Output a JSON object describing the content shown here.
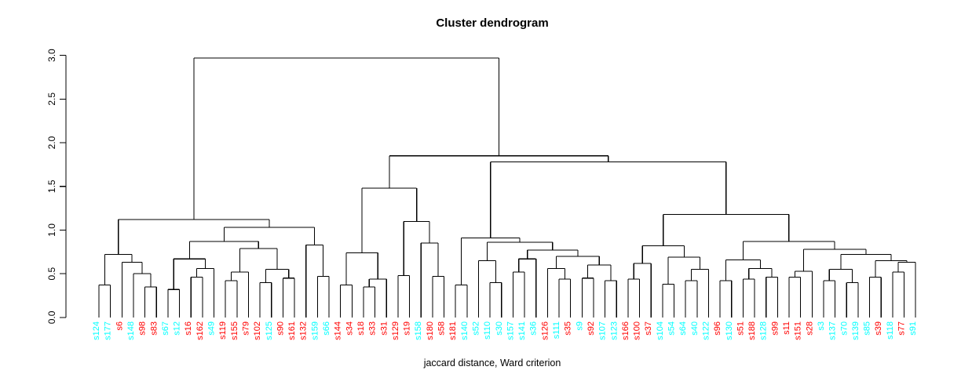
{
  "title": "Cluster dendrogram",
  "xlabel": "jaccard distance, Ward criterion",
  "axis": {
    "tick_labels": [
      "0.0",
      "0.5",
      "1.0",
      "1.5",
      "2.0",
      "2.5",
      "3.0"
    ],
    "tick_values": [
      0,
      0.5,
      1,
      1.5,
      2,
      2.5,
      3
    ]
  },
  "colors": {
    "red": "#FF0000",
    "cyan": "#00FFFF",
    "line": "#000000"
  },
  "chart_data": {
    "type": "dendrogram",
    "title": "Cluster dendrogram",
    "xlabel": "jaccard distance, Ward criterion",
    "ylabel": "",
    "ylim": [
      0,
      3
    ],
    "grid": false,
    "root_height": 2.97,
    "leaves": [
      {
        "label": "s124",
        "color": "cyan"
      },
      {
        "label": "s177",
        "color": "cyan"
      },
      {
        "label": "s6",
        "color": "red"
      },
      {
        "label": "s148",
        "color": "cyan"
      },
      {
        "label": "s98",
        "color": "red"
      },
      {
        "label": "s83",
        "color": "red"
      },
      {
        "label": "s67",
        "color": "cyan"
      },
      {
        "label": "s12",
        "color": "cyan"
      },
      {
        "label": "s16",
        "color": "red"
      },
      {
        "label": "s162",
        "color": "red"
      },
      {
        "label": "s49",
        "color": "cyan"
      },
      {
        "label": "s119",
        "color": "red"
      },
      {
        "label": "s155",
        "color": "red"
      },
      {
        "label": "s79",
        "color": "red"
      },
      {
        "label": "s102",
        "color": "red"
      },
      {
        "label": "s125",
        "color": "cyan"
      },
      {
        "label": "s90",
        "color": "red"
      },
      {
        "label": "s161",
        "color": "red"
      },
      {
        "label": "s132",
        "color": "red"
      },
      {
        "label": "s159",
        "color": "cyan"
      },
      {
        "label": "s66",
        "color": "cyan"
      },
      {
        "label": "s144",
        "color": "red"
      },
      {
        "label": "s34",
        "color": "red"
      },
      {
        "label": "s18",
        "color": "red"
      },
      {
        "label": "s33",
        "color": "red"
      },
      {
        "label": "s31",
        "color": "red"
      },
      {
        "label": "s129",
        "color": "red"
      },
      {
        "label": "s19",
        "color": "red"
      },
      {
        "label": "s158",
        "color": "cyan"
      },
      {
        "label": "s180",
        "color": "red"
      },
      {
        "label": "s58",
        "color": "red"
      },
      {
        "label": "s181",
        "color": "red"
      },
      {
        "label": "s140",
        "color": "cyan"
      },
      {
        "label": "s52",
        "color": "cyan"
      },
      {
        "label": "s110",
        "color": "cyan"
      },
      {
        "label": "s30",
        "color": "cyan"
      },
      {
        "label": "s157",
        "color": "cyan"
      },
      {
        "label": "s141",
        "color": "cyan"
      },
      {
        "label": "s36",
        "color": "cyan"
      },
      {
        "label": "s126",
        "color": "red"
      },
      {
        "label": "s111",
        "color": "cyan"
      },
      {
        "label": "s35",
        "color": "red"
      },
      {
        "label": "s9",
        "color": "cyan"
      },
      {
        "label": "s92",
        "color": "red"
      },
      {
        "label": "s107",
        "color": "cyan"
      },
      {
        "label": "s123",
        "color": "cyan"
      },
      {
        "label": "s166",
        "color": "red"
      },
      {
        "label": "s100",
        "color": "red"
      },
      {
        "label": "s37",
        "color": "red"
      },
      {
        "label": "s104",
        "color": "cyan"
      },
      {
        "label": "s54",
        "color": "cyan"
      },
      {
        "label": "s64",
        "color": "cyan"
      },
      {
        "label": "s40",
        "color": "cyan"
      },
      {
        "label": "s122",
        "color": "cyan"
      },
      {
        "label": "s96",
        "color": "red"
      },
      {
        "label": "s130",
        "color": "cyan"
      },
      {
        "label": "s51",
        "color": "red"
      },
      {
        "label": "s188",
        "color": "red"
      },
      {
        "label": "s128",
        "color": "cyan"
      },
      {
        "label": "s99",
        "color": "red"
      },
      {
        "label": "s11",
        "color": "red"
      },
      {
        "label": "s151",
        "color": "red"
      },
      {
        "label": "s28",
        "color": "red"
      },
      {
        "label": "s3",
        "color": "cyan"
      },
      {
        "label": "s137",
        "color": "cyan"
      },
      {
        "label": "s70",
        "color": "cyan"
      },
      {
        "label": "s139",
        "color": "cyan"
      },
      {
        "label": "s85",
        "color": "cyan"
      },
      {
        "label": "s39",
        "color": "red"
      },
      {
        "label": "s118",
        "color": "cyan"
      },
      {
        "label": "s77",
        "color": "red"
      },
      {
        "label": "s91",
        "color": "cyan"
      }
    ],
    "tree": {
      "h": 2.97,
      "c": [
        {
          "h": 1.12,
          "c": [
            {
              "h": 0.72,
              "c": [
                {
                  "h": 0.37,
                  "c": [
                    "s124",
                    "s177"
                  ]
                },
                {
                  "h": 0.63,
                  "c": [
                    "s6",
                    {
                      "h": 0.5,
                      "c": [
                        "s148",
                        {
                          "h": 0.35,
                          "c": [
                            "s98",
                            "s83"
                          ]
                        }
                      ]
                    }
                  ]
                }
              ]
            },
            {
              "h": 1.03,
              "c": [
                {
                  "h": 0.87,
                  "c": [
                    {
                      "h": 0.67,
                      "c": [
                        {
                          "h": 0.32,
                          "c": [
                            "s67",
                            "s12"
                          ]
                        },
                        {
                          "h": 0.56,
                          "c": [
                            {
                              "h": 0.46,
                              "c": [
                                "s16",
                                "s162"
                              ]
                            },
                            "s49"
                          ]
                        }
                      ]
                    },
                    {
                      "h": 0.79,
                      "c": [
                        {
                          "h": 0.52,
                          "c": [
                            {
                              "h": 0.42,
                              "c": [
                                "s119",
                                "s155"
                              ]
                            },
                            "s79"
                          ]
                        },
                        {
                          "h": 0.55,
                          "c": [
                            {
                              "h": 0.4,
                              "c": [
                                "s102",
                                "s125"
                              ]
                            },
                            {
                              "h": 0.45,
                              "c": [
                                "s90",
                                "s161"
                              ]
                            }
                          ]
                        }
                      ]
                    }
                  ]
                },
                {
                  "h": 0.83,
                  "c": [
                    "s132",
                    {
                      "h": 0.47,
                      "c": [
                        "s159",
                        "s66"
                      ]
                    }
                  ]
                }
              ]
            }
          ]
        },
        {
          "h": 1.85,
          "c": [
            {
              "h": 1.48,
              "c": [
                {
                  "h": 0.74,
                  "c": [
                    {
                      "h": 0.37,
                      "c": [
                        "s144",
                        "s34"
                      ]
                    },
                    {
                      "h": 0.44,
                      "c": [
                        {
                          "h": 0.35,
                          "c": [
                            "s18",
                            "s33"
                          ]
                        },
                        "s31"
                      ]
                    }
                  ]
                },
                {
                  "h": 1.1,
                  "c": [
                    {
                      "h": 0.48,
                      "c": [
                        "s129",
                        "s19"
                      ]
                    },
                    {
                      "h": 0.85,
                      "c": [
                        "s158",
                        {
                          "h": 0.47,
                          "c": [
                            "s180",
                            "s58"
                          ]
                        }
                      ]
                    }
                  ]
                }
              ]
            },
            {
              "h": 1.78,
              "c": [
                {
                  "h": 0.91,
                  "c": [
                    {
                      "h": 0.37,
                      "c": [
                        "s181",
                        "s140"
                      ]
                    },
                    {
                      "h": 0.86,
                      "c": [
                        {
                          "h": 0.65,
                          "c": [
                            "s52",
                            {
                              "h": 0.4,
                              "c": [
                                "s110",
                                "s30"
                              ]
                            }
                          ]
                        },
                        {
                          "h": 0.77,
                          "c": [
                            {
                              "h": 0.67,
                              "c": [
                                {
                                  "h": 0.52,
                                  "c": [
                                    "s157",
                                    "s141"
                                  ]
                                },
                                "s36"
                              ]
                            },
                            {
                              "h": 0.7,
                              "c": [
                                {
                                  "h": 0.56,
                                  "c": [
                                    "s126",
                                    {
                                      "h": 0.44,
                                      "c": [
                                        "s111",
                                        "s35"
                                      ]
                                    }
                                  ]
                                },
                                {
                                  "h": 0.6,
                                  "c": [
                                    {
                                      "h": 0.45,
                                      "c": [
                                        "s9",
                                        "s92"
                                      ]
                                    },
                                    {
                                      "h": 0.42,
                                      "c": [
                                        "s107",
                                        "s123"
                                      ]
                                    }
                                  ]
                                }
                              ]
                            }
                          ]
                        }
                      ]
                    }
                  ]
                },
                {
                  "h": 1.18,
                  "c": [
                    {
                      "h": 0.82,
                      "c": [
                        {
                          "h": 0.62,
                          "c": [
                            {
                              "h": 0.44,
                              "c": [
                                "s166",
                                "s100"
                              ]
                            },
                            "s37"
                          ]
                        },
                        {
                          "h": 0.69,
                          "c": [
                            {
                              "h": 0.38,
                              "c": [
                                "s104",
                                "s54"
                              ]
                            },
                            {
                              "h": 0.55,
                              "c": [
                                {
                                  "h": 0.42,
                                  "c": [
                                    "s64",
                                    "s40"
                                  ]
                                },
                                "s122"
                              ]
                            }
                          ]
                        }
                      ]
                    },
                    {
                      "h": 0.87,
                      "c": [
                        {
                          "h": 0.66,
                          "c": [
                            {
                              "h": 0.42,
                              "c": [
                                "s96",
                                "s130"
                              ]
                            },
                            {
                              "h": 0.56,
                              "c": [
                                {
                                  "h": 0.44,
                                  "c": [
                                    "s51",
                                    "s188"
                                  ]
                                },
                                {
                                  "h": 0.46,
                                  "c": [
                                    "s128",
                                    "s99"
                                  ]
                                }
                              ]
                            }
                          ]
                        },
                        {
                          "h": 0.78,
                          "c": [
                            {
                              "h": 0.53,
                              "c": [
                                {
                                  "h": 0.46,
                                  "c": [
                                    "s11",
                                    "s151"
                                  ]
                                },
                                "s28"
                              ]
                            },
                            {
                              "h": 0.72,
                              "c": [
                                {
                                  "h": 0.55,
                                  "c": [
                                    {
                                      "h": 0.42,
                                      "c": [
                                        "s3",
                                        "s137"
                                      ]
                                    },
                                    {
                                      "h": 0.4,
                                      "c": [
                                        "s70",
                                        "s139"
                                      ]
                                    }
                                  ]
                                },
                                {
                                  "h": 0.65,
                                  "c": [
                                    {
                                      "h": 0.46,
                                      "c": [
                                        "s85",
                                        "s39"
                                      ]
                                    },
                                    {
                                      "h": 0.63,
                                      "c": [
                                        {
                                          "h": 0.52,
                                          "c": [
                                            "s118",
                                            "s77"
                                          ]
                                        },
                                        "s91"
                                      ]
                                    }
                                  ]
                                }
                              ]
                            }
                          ]
                        }
                      ]
                    }
                  ]
                }
              ]
            }
          ]
        }
      ]
    }
  }
}
